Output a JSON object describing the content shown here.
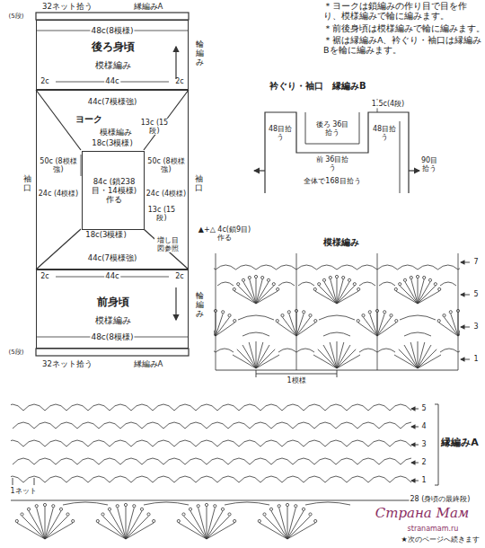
{
  "diagram": {
    "nodes": [
      {
        "text": [
          "後ろ身頃",
          "模様編み"
        ]
      },
      {
        "text": [
          "ヨーク",
          "模様編み"
        ]
      },
      {
        "text": [
          "84c (鎖238目・14模様) 作る"
        ],
        "in": 1
      },
      {
        "text": [
          "前身頃",
          "模様編み"
        ]
      }
    ],
    "labels": [
      "＊ヨークは鎖編みの作り目で目を作り、模様編みで輪に編みます。",
      "＊前後身頃は模様編みで輪に編みます。",
      "＊裾は縁編みA、衿ぐり・袖口は縁編みBを輪に編みます。",
      "32ネット拾う",
      "縁編みA",
      "(5段)",
      "48c(8模様)",
      "輪編み",
      "2c",
      "44c",
      "2c",
      "44c(7模様強)",
      "13c (15段)",
      "18c(3模様)",
      "50c (8模様強)",
      "50c (8模様強)",
      "袖口",
      "袖口",
      "24c (4模様)",
      "24c (4模様)",
      "13c (15段)",
      "増し目 図参照",
      "18c(3模様)",
      "▲+△ 4c(鎖9目)作る",
      "44c(7模様強)",
      "2c",
      "44c",
      "2c",
      "輪編み",
      "48c(8模様)",
      "(5段)",
      "32ネット拾う",
      "縁編みA",
      "衿ぐり・袖口　縁編みB",
      "1.5c(4段)",
      "48目拾う",
      "後ろ 36目拾う",
      "48目拾う",
      "前 36目拾う",
      "全体で168目拾う",
      "90目拾う",
      "模様編み",
      "7",
      "5",
      "3",
      "1",
      "1模様",
      "5",
      "4",
      "3",
      "2",
      "1",
      "縁編みA",
      "1ネット",
      "28 (身頃の最終段)",
      "Страна Мам",
      "stranamam.ru",
      "★次のページへ続きます"
    ]
  }
}
